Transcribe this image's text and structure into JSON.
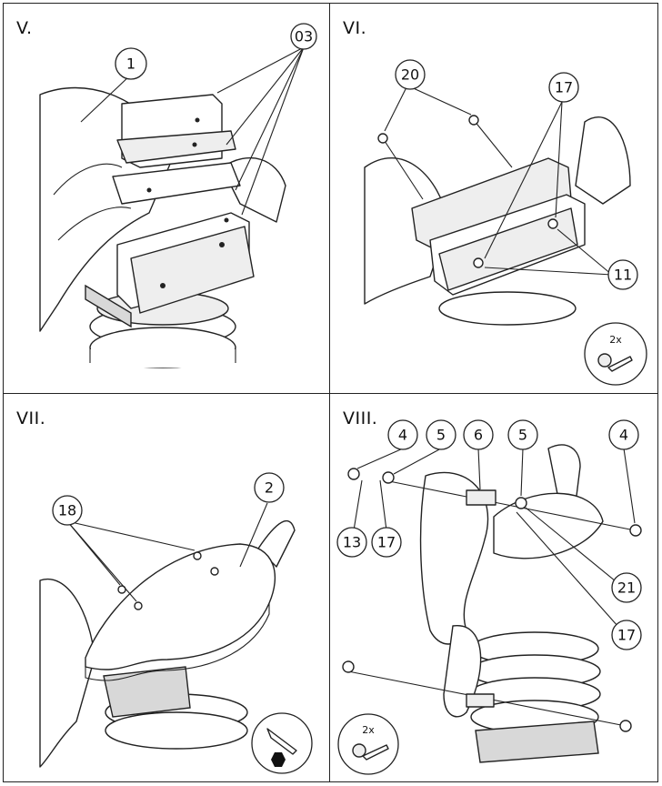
{
  "steps": [
    {
      "label": "V.",
      "callouts": [
        "1",
        "03"
      ]
    },
    {
      "label": "VI.",
      "callouts": [
        "20",
        "17",
        "11"
      ],
      "qty": "2x"
    },
    {
      "label": "VII.",
      "callouts": [
        "18",
        "2"
      ]
    },
    {
      "label": "VIII.",
      "callouts": [
        "4",
        "5",
        "6",
        "5",
        "4",
        "13",
        "17",
        "21",
        "17"
      ],
      "qty": "2x"
    }
  ]
}
